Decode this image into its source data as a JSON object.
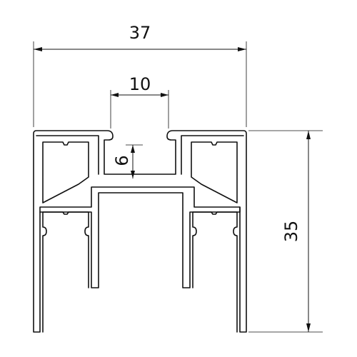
{
  "dimensions": {
    "overall_width": "37",
    "slot_width": "10",
    "slot_depth": "6",
    "overall_height": "35"
  },
  "colors": {
    "line": "#111111",
    "background": "#ffffff"
  }
}
